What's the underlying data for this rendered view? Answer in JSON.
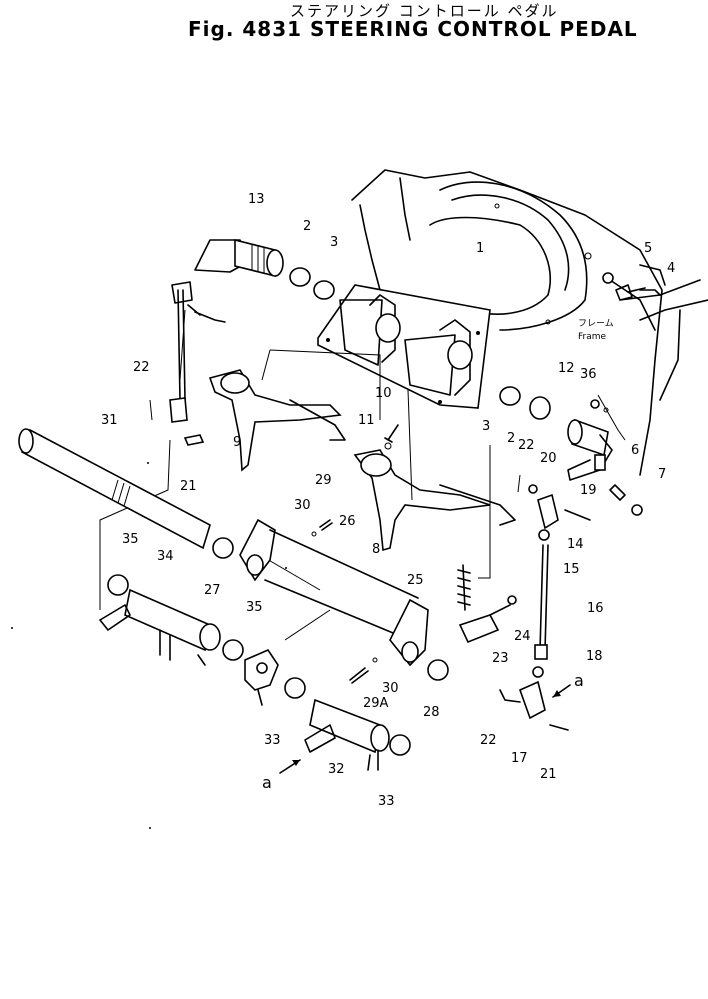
{
  "title": {
    "japanese": "ステアリング コントロール ペダル",
    "english": "Fig. 4831  STEERING CONTROL PEDAL"
  },
  "frame_label": {
    "japanese": "フレーム",
    "english": "Frame"
  },
  "callouts": {
    "c1": "1",
    "c2a": "2",
    "c2b": "2",
    "c3a": "3",
    "c3b": "3",
    "c4": "4",
    "c5": "5",
    "c6": "6",
    "c7": "7",
    "c8": "8",
    "c9": "9",
    "c10": "10",
    "c11": "11",
    "c12": "12",
    "c13": "13",
    "c14": "14",
    "c15": "15",
    "c16": "16",
    "c17": "17",
    "c18": "18",
    "c19": "19",
    "c20": "20",
    "c21a": "21",
    "c21b": "21",
    "c22a": "22",
    "c22b": "22",
    "c22c": "22",
    "c23": "23",
    "c24": "24",
    "c25": "25",
    "c26": "26",
    "c27": "27",
    "c28": "28",
    "c29": "29",
    "c29a": "29A",
    "c30a": "30",
    "c30b": "30",
    "c31": "31",
    "c32": "32",
    "c33a": "33",
    "c33b": "33",
    "c34": "34",
    "c35a": "35",
    "c35b": "35",
    "c36": "36",
    "a1": "a",
    "a2": "a"
  }
}
